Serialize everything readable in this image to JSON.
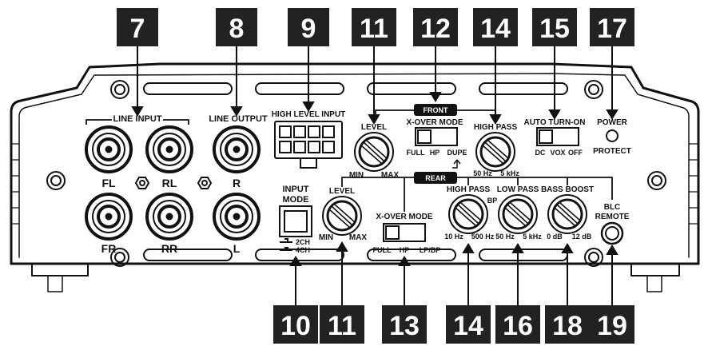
{
  "callouts": {
    "top": [
      "7",
      "8",
      "9",
      "11",
      "12",
      "14",
      "15",
      "17"
    ],
    "bottom": [
      "10",
      "11",
      "13",
      "14",
      "16",
      "18",
      "19"
    ]
  },
  "line_input": {
    "title": "LINE INPUT",
    "fl": "FL",
    "rl": "RL",
    "fr": "FR",
    "rr": "RR"
  },
  "line_output": {
    "title": "LINE OUTPUT",
    "r": "R",
    "l": "L"
  },
  "high_level_input": {
    "title": "HIGH LEVEL INPUT"
  },
  "input_mode": {
    "title_1": "INPUT",
    "title_2": "MODE",
    "opt_2ch": "2CH",
    "opt_4ch": "4CH"
  },
  "front": {
    "badge": "FRONT",
    "level": {
      "title": "LEVEL",
      "min": "MIN",
      "max": "MAX"
    },
    "xover": {
      "title": "X-OVER MODE",
      "full": "FULL",
      "hp": "HP",
      "dupe": "DUPE"
    },
    "high_pass": {
      "title": "HIGH PASS",
      "low": "50 Hz",
      "high": "5 kHz"
    }
  },
  "rear": {
    "badge": "REAR",
    "level": {
      "title": "LEVEL",
      "min": "MIN",
      "max": "MAX"
    },
    "xover": {
      "title": "X-OVER MODE",
      "full": "FULL",
      "hp": "HP",
      "lpbp": "LP/BP"
    },
    "high_pass": {
      "title": "HIGH PASS",
      "bp": "BP",
      "low": "10 Hz",
      "high": "500 Hz"
    },
    "low_pass": {
      "title": "LOW PASS",
      "low": "50 Hz",
      "high": "5 kHz"
    },
    "bass_boost": {
      "title": "BASS BOOST",
      "low": "0 dB",
      "high": "12 dB"
    }
  },
  "auto_turn_on": {
    "title": "AUTO TURN-ON",
    "dc": "DC",
    "vox": "VOX",
    "off": "OFF"
  },
  "power": {
    "title": "POWER",
    "protect": "PROTECT"
  },
  "blc": {
    "title_1": "BLC",
    "title_2": "REMOTE"
  }
}
